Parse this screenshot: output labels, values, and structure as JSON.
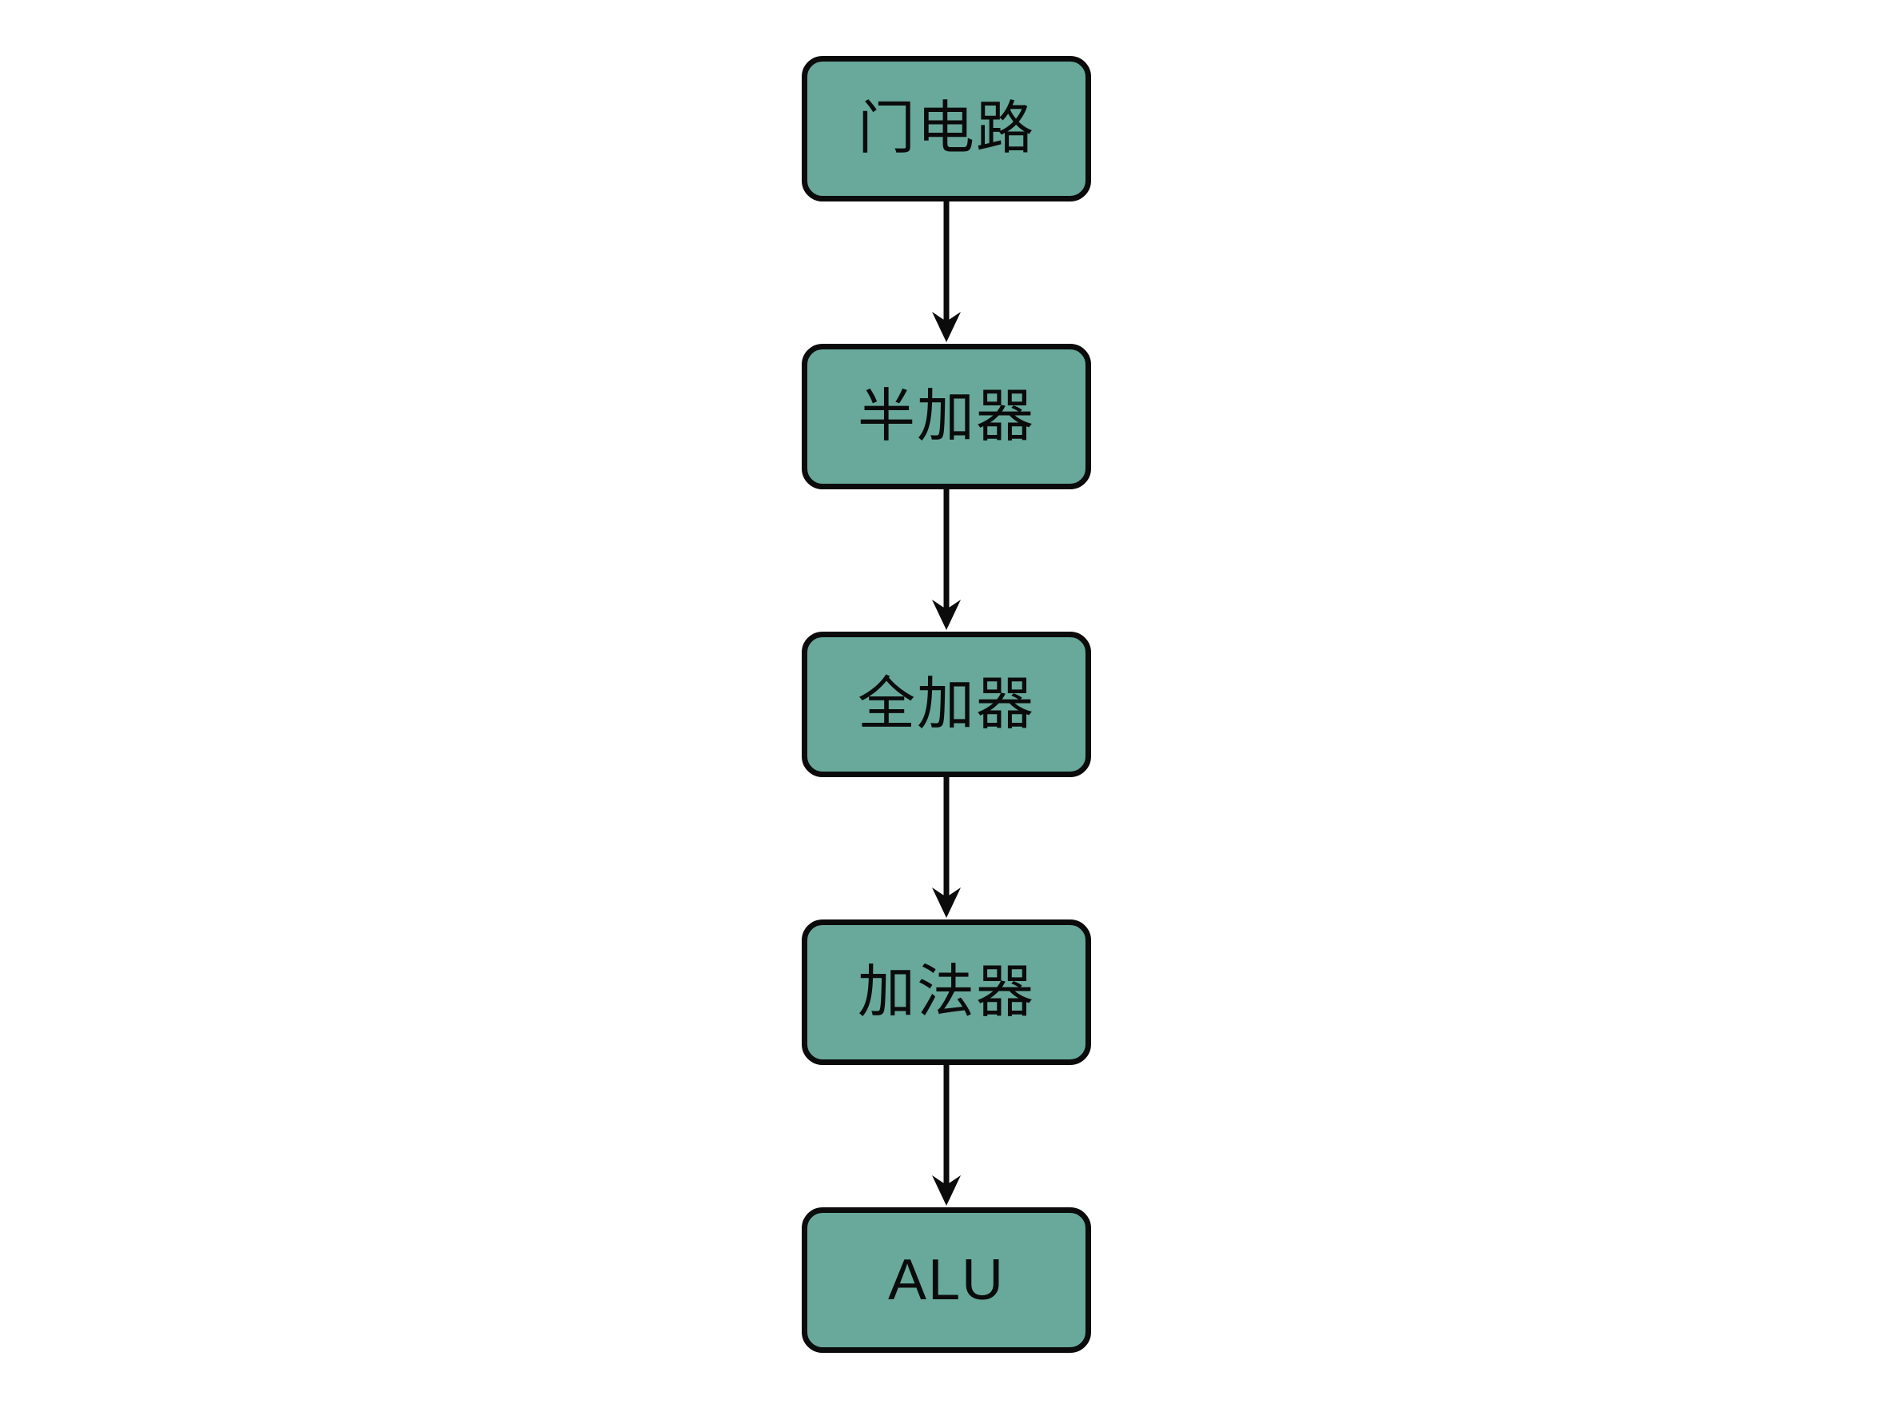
{
  "diagram": {
    "nodes": [
      "门电路",
      "半加器",
      "全加器",
      "加法器",
      "ALU"
    ],
    "edges": [
      [
        0,
        1
      ],
      [
        1,
        2
      ],
      [
        2,
        3
      ],
      [
        3,
        4
      ]
    ],
    "direction": "top-to-bottom",
    "colors": {
      "node_fill": "#68A99B",
      "node_border": "#0b0b0b",
      "arrow": "#0b0b0b",
      "text": "#0b0b0b",
      "background": "#ffffff"
    }
  }
}
